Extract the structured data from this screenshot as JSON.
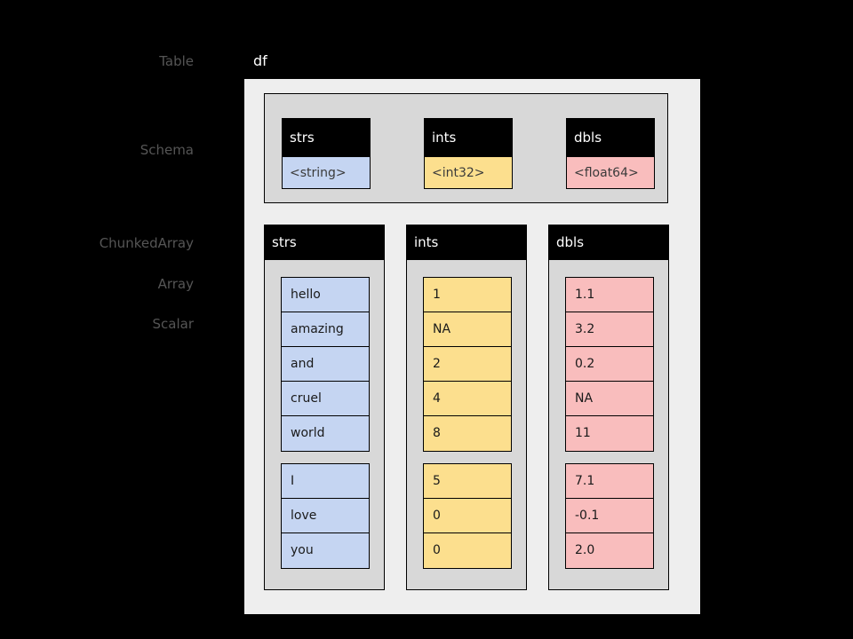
{
  "labels": {
    "table": "Table",
    "schema": "Schema",
    "chunked_array": "ChunkedArray",
    "array": "Array",
    "scalar": "Scalar"
  },
  "table": {
    "name": "df"
  },
  "schema": {
    "fields": [
      {
        "name": "strs",
        "type": "<string>",
        "color": "#c5d5f2"
      },
      {
        "name": "ints",
        "type": "<int32>",
        "color": "#fcdf8e"
      },
      {
        "name": "dbls",
        "type": "<float64>",
        "color": "#f9bdbd"
      }
    ]
  },
  "columns": [
    {
      "name": "strs",
      "color": "#c5d5f2",
      "chunks": [
        [
          "hello",
          "amazing",
          "and",
          "cruel",
          "world"
        ],
        [
          "I",
          "love",
          "you"
        ]
      ]
    },
    {
      "name": "ints",
      "color": "#fcdf8e",
      "chunks": [
        [
          "1",
          "NA",
          "2",
          "4",
          "8"
        ],
        [
          "5",
          "0",
          "0"
        ]
      ]
    },
    {
      "name": "dbls",
      "color": "#f9bdbd",
      "chunks": [
        [
          "1.1",
          "3.2",
          "0.2",
          "NA",
          "11"
        ],
        [
          "7.1",
          "-0.1",
          "2.0"
        ]
      ]
    }
  ],
  "colors": {
    "background": "#000000",
    "table_panel": "#eeeeee",
    "inner_panel": "#d8d8d8",
    "header": "#000000",
    "label_text": "#555555",
    "caption_text": "#ffffff"
  }
}
